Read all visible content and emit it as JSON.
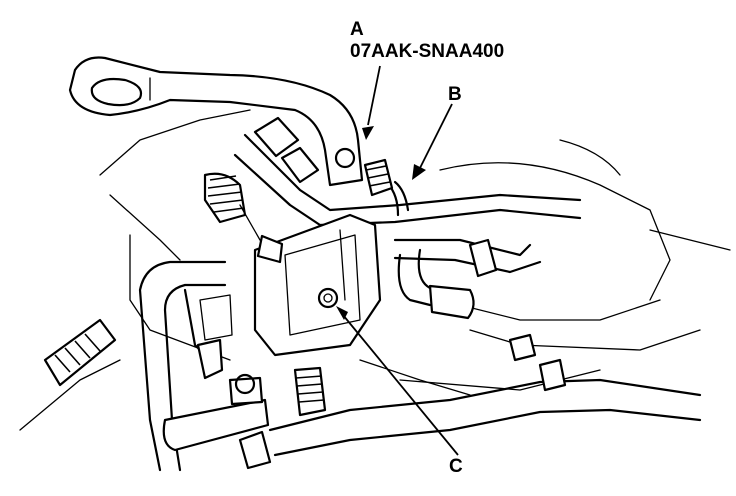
{
  "callouts": {
    "a": {
      "letter": "A",
      "part_number": "07AAK-SNAA400"
    },
    "b": {
      "letter": "B"
    },
    "c": {
      "letter": "C"
    }
  }
}
